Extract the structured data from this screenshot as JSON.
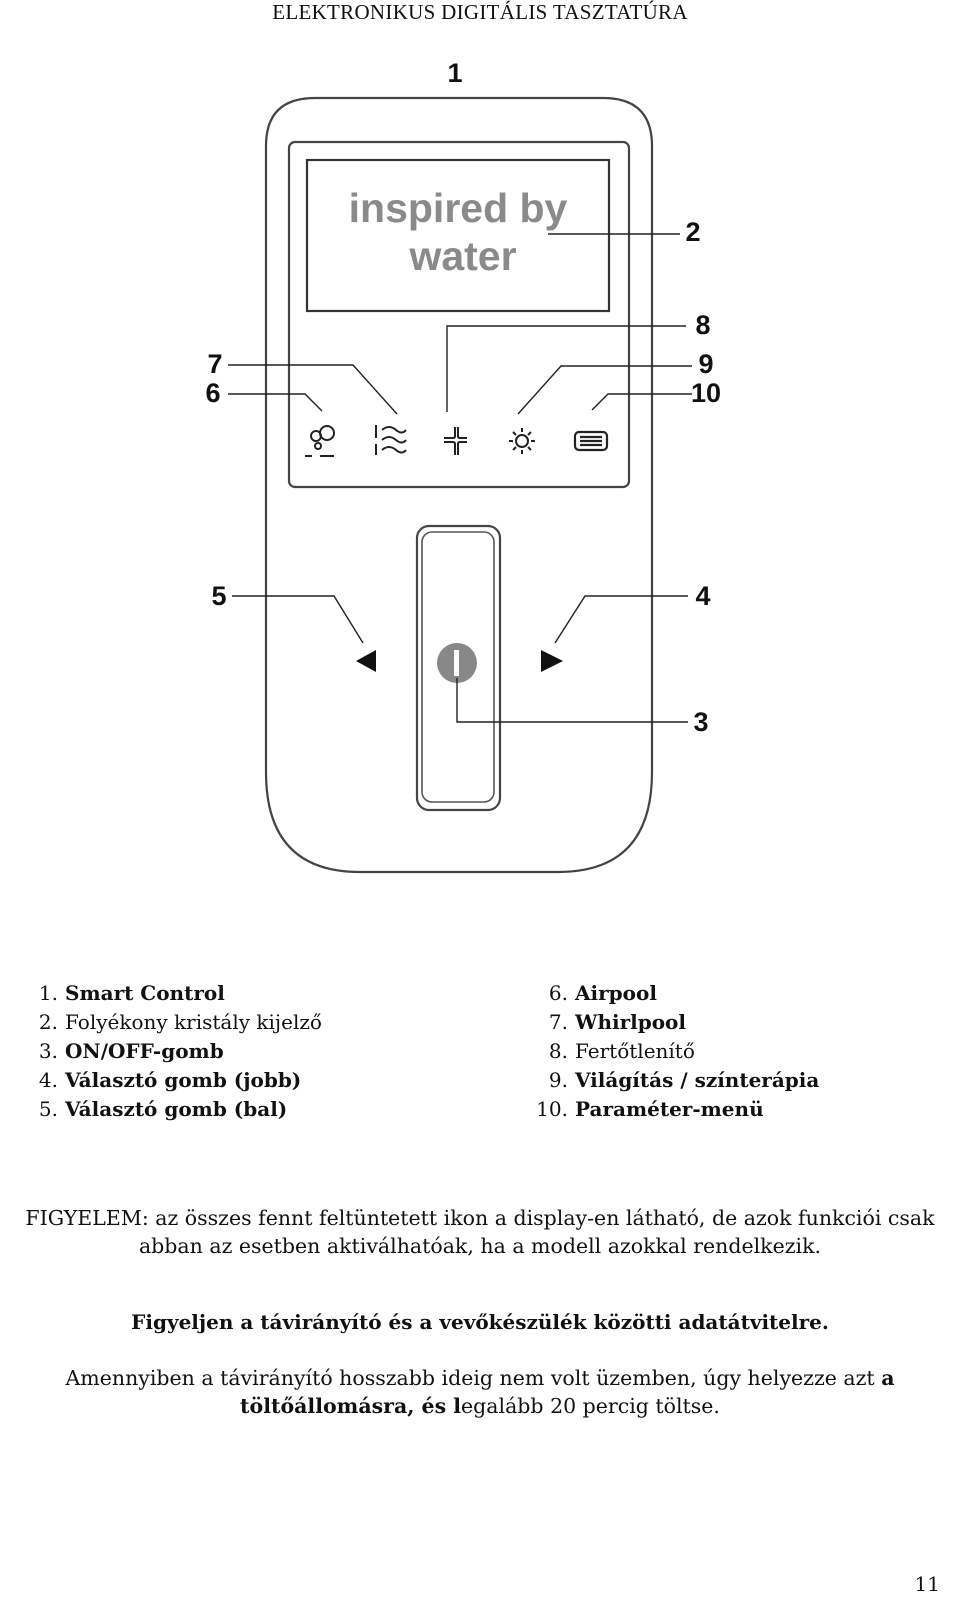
{
  "header": "ELEKTRONIKUS DIGITÁLIS TASZTATÚRA",
  "display_text": {
    "line1": "inspired by",
    "line2": "water"
  },
  "callouts": [
    "1",
    "2",
    "3",
    "4",
    "5",
    "6",
    "7",
    "8",
    "9",
    "10"
  ],
  "icons": [
    "airpool-icon",
    "whirlpool-icon",
    "disinfection-icon",
    "light-icon",
    "menu-icon",
    "left-arrow",
    "right-arrow",
    "power-button"
  ],
  "legend_left": [
    {
      "num": "1.",
      "label": "Smart Control",
      "bold": true
    },
    {
      "num": "2.",
      "label": "Folyékony kristály kijelző",
      "bold": false
    },
    {
      "num": "3.",
      "label": "ON/OFF-gomb",
      "bold": true
    },
    {
      "num": "4.",
      "label": "Választó gomb (jobb)",
      "bold": true
    },
    {
      "num": "5.",
      "label": "Választó gomb (bal)",
      "bold": true
    }
  ],
  "legend_right": [
    {
      "num": "6.",
      "label": "Airpool",
      "bold": true
    },
    {
      "num": "7.",
      "label": "Whirlpool",
      "bold": true
    },
    {
      "num": "8.",
      "label": "Fertőtlenítő",
      "bold": false
    },
    {
      "num": "9.",
      "label": "Világítás / színterápia",
      "bold": true
    },
    {
      "num": "10.",
      "label": "Paraméter-menü",
      "bold": true
    }
  ],
  "warning": "FIGYELEM: az összes fennt feltüntetett ikon a display-en látható, de azok funkciói csak abban az esetben aktiválhatóak, ha a modell azokkal rendelkezik.",
  "transfer_note": "Figyeljen a távirányító és a vevőkészülék közötti adatátvitelre.",
  "charge_note": {
    "part1": "Amennyiben a távirányító hosszabb ideig nem volt üzemben, úgy helyezze azt ",
    "bold": "a töltőállomásra, és l",
    "part2": "egalább 20 percig töltse."
  },
  "page_number": "11"
}
